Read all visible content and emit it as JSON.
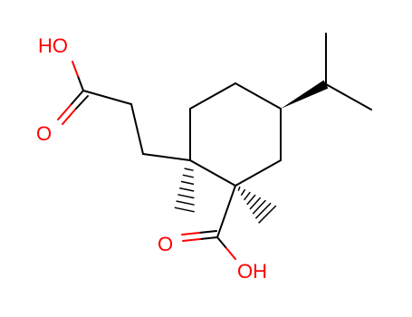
{
  "molecule": {
    "atom_labels": {
      "top_hydroxyl": "HO",
      "top_carbonyl_oxygen": "O",
      "bottom_carbonyl_oxygen": "O",
      "bottom_hydroxyl": "OH"
    },
    "colors": {
      "bond": "#000000",
      "heteroatom": "#ff0000",
      "background": "#ffffff"
    }
  }
}
